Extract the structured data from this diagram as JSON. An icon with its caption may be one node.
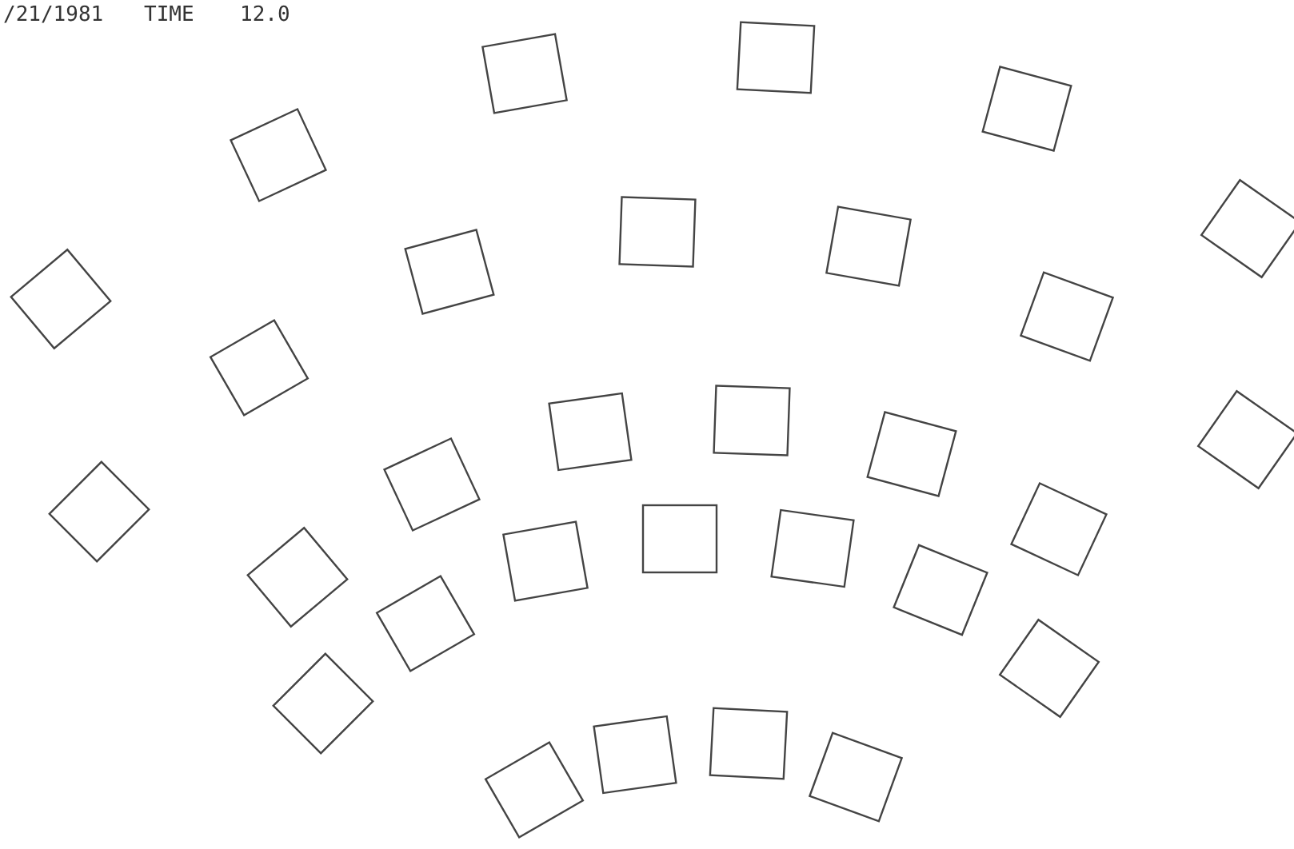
{
  "diagram": {
    "labels": [
      "/21/1981",
      "TIME",
      "12.0"
    ]
  }
}
